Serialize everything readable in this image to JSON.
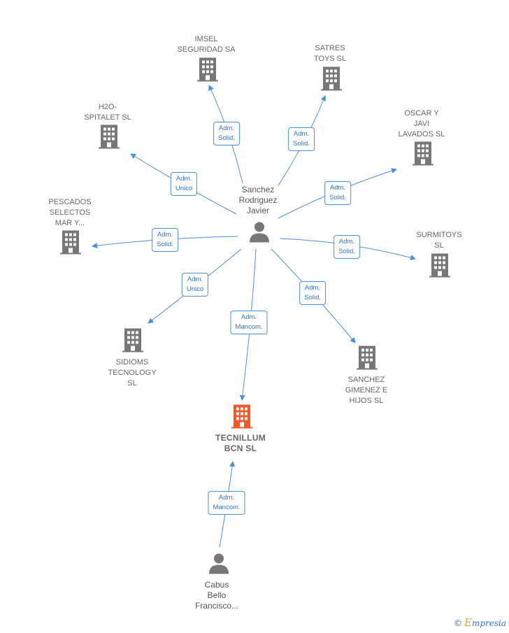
{
  "nodes": {
    "imsel": {
      "label": "IMSEL\nSEGURIDAD SA",
      "type": "company"
    },
    "satres": {
      "label": "SATRES\nTOYS  SL",
      "type": "company"
    },
    "h2o": {
      "label": "H2O-\nSPITALET  SL",
      "type": "company"
    },
    "oscar": {
      "label": "OSCAR Y\nJAVI\nLAVADOS  SL",
      "type": "company"
    },
    "pescados": {
      "label": "PESCADOS\nSELECTOS\nMAR Y...",
      "type": "company"
    },
    "surmitoys": {
      "label": "SURMITOYS\nSL",
      "type": "company"
    },
    "sidioms": {
      "label": "SIDIOMS\nTECNOLOGY\nSL",
      "type": "company"
    },
    "sanchez_gimenez": {
      "label": "SANCHEZ\nGIMENEZ E\nHIJOS  SL",
      "type": "company"
    },
    "tecnillum": {
      "label": "TECNILLUM\nBCN  SL",
      "type": "company-focus"
    },
    "sanchez_person": {
      "label": "Sanchez\nRodriguez\nJavier",
      "type": "person"
    },
    "cabus_person": {
      "label": "Cabus\nBello\nFrancisco...",
      "type": "person"
    }
  },
  "edges": {
    "to_imsel": "Adm.\nSolid.",
    "to_satres": "Adm.\nSolid.",
    "to_h2o": "Adm.\nUnico",
    "to_oscar": "Adm.\nSolid.",
    "to_pescados": "Adm.\nSolid.",
    "to_surmitoys": "Adm.\nSolid.",
    "to_sidioms": "Adm.\nUnico",
    "to_sanchez_gimenez": "Adm.\nSolid.",
    "to_tecnillum": "Adm.\nMancom.",
    "cabus_to_tecnillum": "Adm.\nMancom."
  },
  "colors": {
    "edge": "#4a8fd9",
    "company_icon": "#777777",
    "focus_icon": "#f05a28",
    "person_icon": "#777777"
  },
  "brand": {
    "copyright": "©",
    "initial": "E",
    "name": "mpresia"
  }
}
